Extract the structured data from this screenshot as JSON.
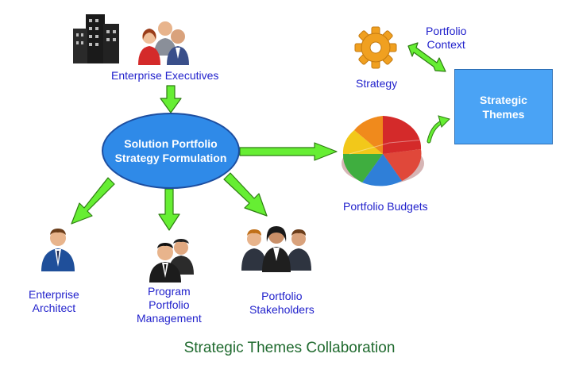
{
  "nodes": {
    "enterprise_executives": "Enterprise Executives",
    "solution_portfolio": [
      "Solution Portfolio",
      "Strategy Formulation"
    ],
    "strategy": "Strategy",
    "portfolio_context": [
      "Portfolio",
      "Context"
    ],
    "strategic_themes": [
      "Strategic",
      "Themes"
    ],
    "portfolio_budgets": "Portfolio Budgets",
    "enterprise_architect": [
      "Enterprise",
      "Architect"
    ],
    "program_portfolio_management": [
      "Program",
      "Portfolio",
      "Management"
    ],
    "portfolio_stakeholders": [
      "Portfolio",
      "Stakeholders"
    ]
  },
  "caption": "Strategic Themes Collaboration",
  "colors": {
    "arrow_fill": "#66ee33",
    "arrow_stroke": "#2e7d12",
    "label_text": "#2222cc",
    "ellipse_fill": "#2f8ae8",
    "box_fill": "#4aa3f5",
    "caption_text": "#1f6a2e"
  },
  "icons": [
    "building-icon",
    "executives-group-icon",
    "gear-icon",
    "pie-chart-icon",
    "businessman-icon",
    "manager-pair-icon",
    "stakeholder-group-icon"
  ]
}
